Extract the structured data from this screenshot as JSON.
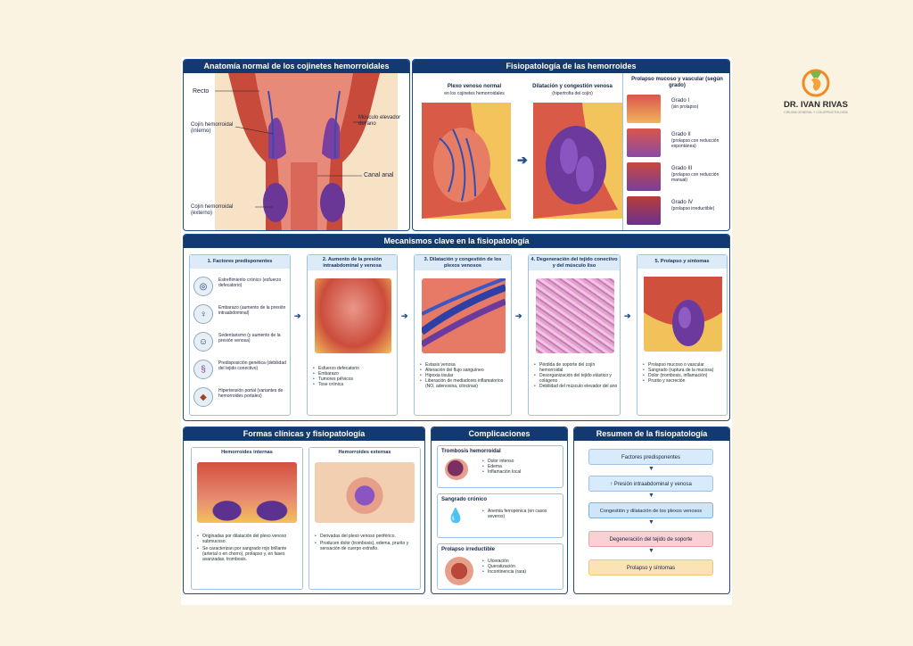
{
  "brand": {
    "name": "DR. IVAN RIVAS",
    "tagline": "CIRUGÍA GENERAL Y COLOPROCTOLOGÍA"
  },
  "anatomy": {
    "title": "Anatomía normal de los cojinetes hemorroidales",
    "labels": {
      "recto": "Recto",
      "cojin_interno": "Cojín hemorroidal (interno)",
      "musculo": "Músculo elevador del ano",
      "canal": "Canal anal",
      "cojin_externo": "Cojín hemorroidal (externo)"
    }
  },
  "fisio": {
    "title": "Fisiopatología de las hemorroides",
    "normal_label": "Plexo venoso normal",
    "normal_sub": "en los cojinetes hemorroidales",
    "dilat_label": "Dilatación y congestión venosa",
    "dilat_sub": "(hipertrofia del cojín)"
  },
  "prolapso": {
    "title": "Prolapso mucoso y vascular (según grado)",
    "grades": [
      {
        "name": "Grado I",
        "desc": "(sin prolapso)"
      },
      {
        "name": "Grado II",
        "desc": "(prolapso con reducción espontánea)"
      },
      {
        "name": "Grado III",
        "desc": "(prolapso con reducción manual)"
      },
      {
        "name": "Grado IV",
        "desc": "(prolapso irreductible)"
      }
    ]
  },
  "mecanismos": {
    "title": "Mecanismos clave en la fisiopatología",
    "steps": [
      {
        "title": "1. Factores predisponentes"
      },
      {
        "title": "2. Aumento de la presión intraabdominal y venosa",
        "bullets": [
          "Esfuerzo defecatorio",
          "Embarazo",
          "Tumores pélvicos",
          "Tose crónica"
        ]
      },
      {
        "title": "3. Dilatación y congestión de los plexos venosos",
        "bullets": [
          "Estasis venosa",
          "Alteración del flujo sanguíneo",
          "Hipoxia tisular",
          "Liberación de mediadores inflamatorios (NO, adenosina, citocinas)"
        ]
      },
      {
        "title": "4. Degeneración del tejido conectivo y del músculo liso",
        "bullets": [
          "Pérdida de soporte del cojín hemorroidal",
          "Desorganización del tejido elástico y colágeno",
          "Debilidad del músculo elevador del ano"
        ]
      },
      {
        "title": "5. Prolapso y síntomas",
        "bullets": [
          "Prolapso mucoso o vascular",
          "Sangrado (ruptura de la mucosa)",
          "Dolor (trombosis, inflamación)",
          "Prurito y secreción"
        ]
      }
    ],
    "factors": [
      {
        "icon": "intestine-icon",
        "text": "Estreñimiento crónico (esfuerzo defecatorio)"
      },
      {
        "icon": "pregnancy-icon",
        "text": "Embarazo (aumento de la presión intraabdominal)"
      },
      {
        "icon": "person-icon",
        "text": "Sedentarismo (y aumento de la presión venosa)"
      },
      {
        "icon": "dna-icon",
        "text": "Predisposición genética (debilidad del tejido conectivo)"
      },
      {
        "icon": "liver-icon",
        "text": "Hipertensión portal (variantes de hemorroides portales)"
      }
    ]
  },
  "formas": {
    "title": "Formas clínicas y fisiopatología",
    "internas": {
      "title": "Hemorroides internas",
      "bullets": [
        "Originadas por dilatación del plexo venoso submucoso.",
        "Se caracterizan por sangrado rojo brillante (arterial o en chorro), prolapso y, en fases avanzadas, trombosis."
      ]
    },
    "externas": {
      "title": "Hemorroides externas",
      "bullets": [
        "Derivadas del plexo venoso periférico.",
        "Producen dolor (trombosis), edema, prurito y sensación de cuerpo extraño."
      ]
    }
  },
  "complicaciones": {
    "title": "Complicaciones",
    "items": [
      {
        "title": "Trombosis hemorroidal",
        "bullets": [
          "Dolor intenso",
          "Edema",
          "Inflamación local"
        ]
      },
      {
        "title": "Sangrado crónico",
        "bullets": [
          "Anemia ferropénica (en casos severos)"
        ]
      },
      {
        "title": "Prolapso irreductible",
        "bullets": [
          "Ulceración",
          "Queratización",
          "Incontinencia (rara)"
        ]
      }
    ]
  },
  "resumen": {
    "title": "Resumen de la fisiopatología",
    "steps": [
      "Factores predisponentes",
      "↑ Presión intraabdominal y venosa",
      "Congestión y dilatación de los plexos venosos",
      "Degeneración del tejido de soporte",
      "Prolapso y síntomas"
    ],
    "colors": [
      "#d8ebfa",
      "#d8ebfa",
      "#cfe6f8",
      "#f9d0d3",
      "#fbe3b5"
    ]
  }
}
